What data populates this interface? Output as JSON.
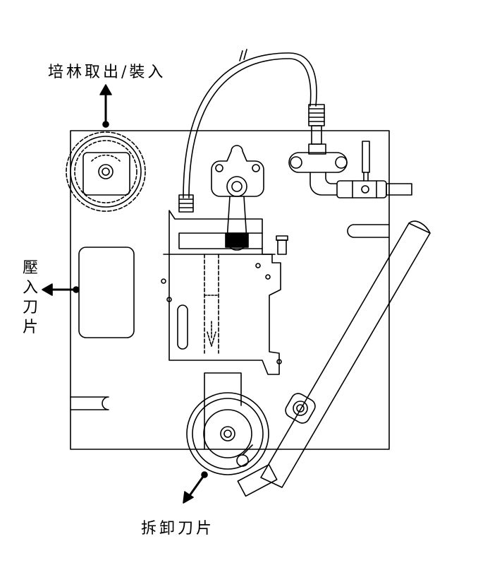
{
  "labels": {
    "culture_dish": "培林取出/裝入",
    "press_blade": [
      "壓",
      "入",
      "刀",
      "片"
    ],
    "remove_blade": "拆卸刀片"
  },
  "colors": {
    "line": "#000000",
    "background": "#ffffff"
  }
}
